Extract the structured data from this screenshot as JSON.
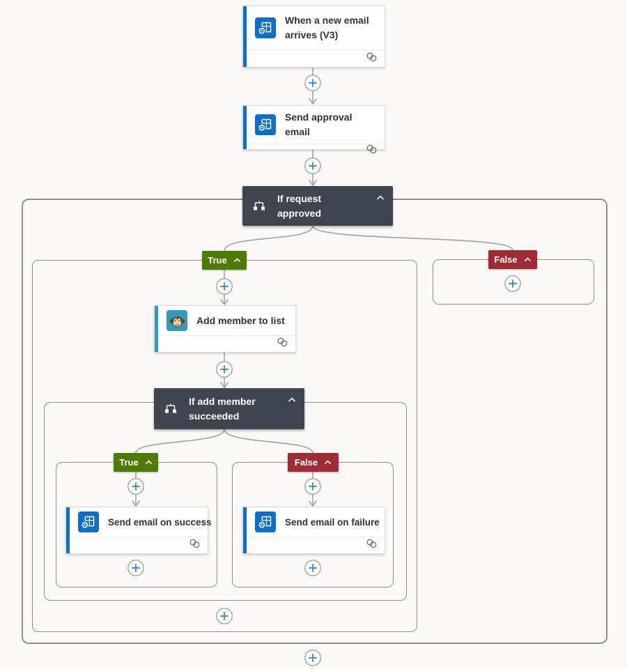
{
  "canvas": {
    "background": "#faf9f7"
  },
  "colors": {
    "outlook_blue": "#0d6fc8",
    "mailchimp_teal": "#2e9bc0",
    "condition_dark": "#3f444d",
    "true_green": "#4e7a06",
    "false_red": "#a02b33",
    "plus_blue": "#2f7fd6",
    "connector_gray": "#a3a1a0",
    "container_border": "#908e8c"
  },
  "icons": {
    "trigger_app": "outlook-icon",
    "approval_app": "outlook-icon",
    "member_app": "mailchimp-icon",
    "condition": "condition-icon",
    "collapse": "chevron-up-icon",
    "connection": "connection-icon",
    "insert_step": "plus-icon",
    "flow_arrow": "arrow-down-icon"
  },
  "nodes": {
    "trigger": {
      "title": "When a new email arrives (V3)"
    },
    "send_approval": {
      "title": "Send approval email"
    },
    "condition_outer": {
      "title": "If request approved"
    },
    "branch_outer_true": {
      "label": "True"
    },
    "branch_outer_false": {
      "label": "False"
    },
    "add_member": {
      "title": "Add member to list"
    },
    "condition_inner": {
      "title": "If add member succeeded"
    },
    "branch_inner_true": {
      "label": "True"
    },
    "branch_inner_false": {
      "label": "False"
    },
    "send_success": {
      "title": "Send email on success"
    },
    "send_failure": {
      "title": "Send email on failure"
    }
  }
}
